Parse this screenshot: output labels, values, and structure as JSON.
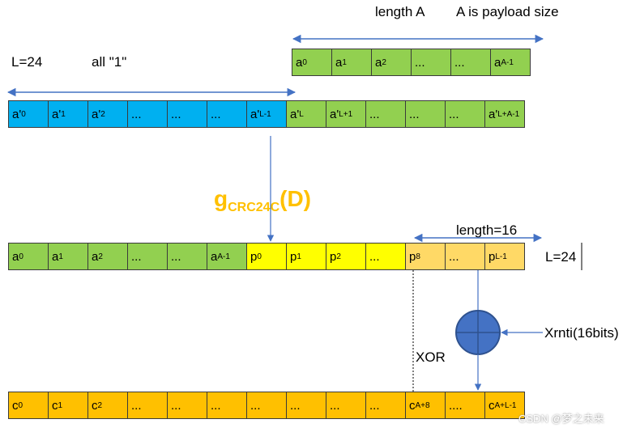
{
  "labels": {
    "length_a": "length A",
    "payload_note": "A is payload size",
    "l24_top": "L=24",
    "all_ones": "all  \"1\"",
    "g_main": "g",
    "g_sub": "CRC24C",
    "g_arg": "(D)",
    "length16": "length=16",
    "l24_right": "L=24",
    "xor": "XOR",
    "xrnti": "Xrnti(16bits)",
    "watermark": "CSDN @梦之未来"
  },
  "rows": {
    "payload": [
      {
        "main": "a",
        "sub": "0"
      },
      {
        "main": "a",
        "sub": "1"
      },
      {
        "main": "a",
        "sub": "2"
      },
      {
        "main": "...",
        "sub": ""
      },
      {
        "main": "...",
        "sub": ""
      },
      {
        "main": "a",
        "sub": "A-1"
      }
    ],
    "extended": [
      {
        "main": "a'",
        "sub": "0"
      },
      {
        "main": "a'",
        "sub": "1"
      },
      {
        "main": "a'",
        "sub": "2"
      },
      {
        "main": "...",
        "sub": ""
      },
      {
        "main": "...",
        "sub": ""
      },
      {
        "main": "...",
        "sub": ""
      },
      {
        "main": "a'",
        "sub": "L-1"
      },
      {
        "main": "a'",
        "sub": "L"
      },
      {
        "main": "a'",
        "sub": "L+1"
      },
      {
        "main": "...",
        "sub": ""
      },
      {
        "main": "...",
        "sub": ""
      },
      {
        "main": "...",
        "sub": ""
      },
      {
        "main": "a'",
        "sub": "L+A-1"
      }
    ],
    "parity": [
      {
        "main": "a",
        "sub": "0"
      },
      {
        "main": "a",
        "sub": "1"
      },
      {
        "main": "a",
        "sub": "2"
      },
      {
        "main": "...",
        "sub": ""
      },
      {
        "main": "...",
        "sub": ""
      },
      {
        "main": "a",
        "sub": "A-1"
      },
      {
        "main": "p",
        "sub": "0"
      },
      {
        "main": "p",
        "sub": "1"
      },
      {
        "main": "p",
        "sub": "2"
      },
      {
        "main": "...",
        "sub": ""
      },
      {
        "main": "p",
        "sub": "8"
      },
      {
        "main": "...",
        "sub": ""
      },
      {
        "main": "p",
        "sub": "L-1"
      }
    ],
    "coded": [
      {
        "main": "c",
        "sub": "0"
      },
      {
        "main": "c",
        "sub": "1"
      },
      {
        "main": "c",
        "sub": "2"
      },
      {
        "main": "...",
        "sub": ""
      },
      {
        "main": "...",
        "sub": ""
      },
      {
        "main": "...",
        "sub": ""
      },
      {
        "main": "...",
        "sub": ""
      },
      {
        "main": "...",
        "sub": ""
      },
      {
        "main": "...",
        "sub": ""
      },
      {
        "main": "...",
        "sub": ""
      },
      {
        "main": "c",
        "sub": "A+8"
      },
      {
        "main": "....",
        "sub": ""
      },
      {
        "main": "c",
        "sub": "A+L-1"
      }
    ]
  },
  "colors": {
    "payload": "#92d050",
    "shift_register": "#00b0f0",
    "crc_parity": "#ffff00",
    "masked_parity": "#ffd966",
    "coded_bits": "#ffc000",
    "crc_label": "#ffc000",
    "xor_circle": "#4472c4",
    "arrow": "#4472c4"
  }
}
